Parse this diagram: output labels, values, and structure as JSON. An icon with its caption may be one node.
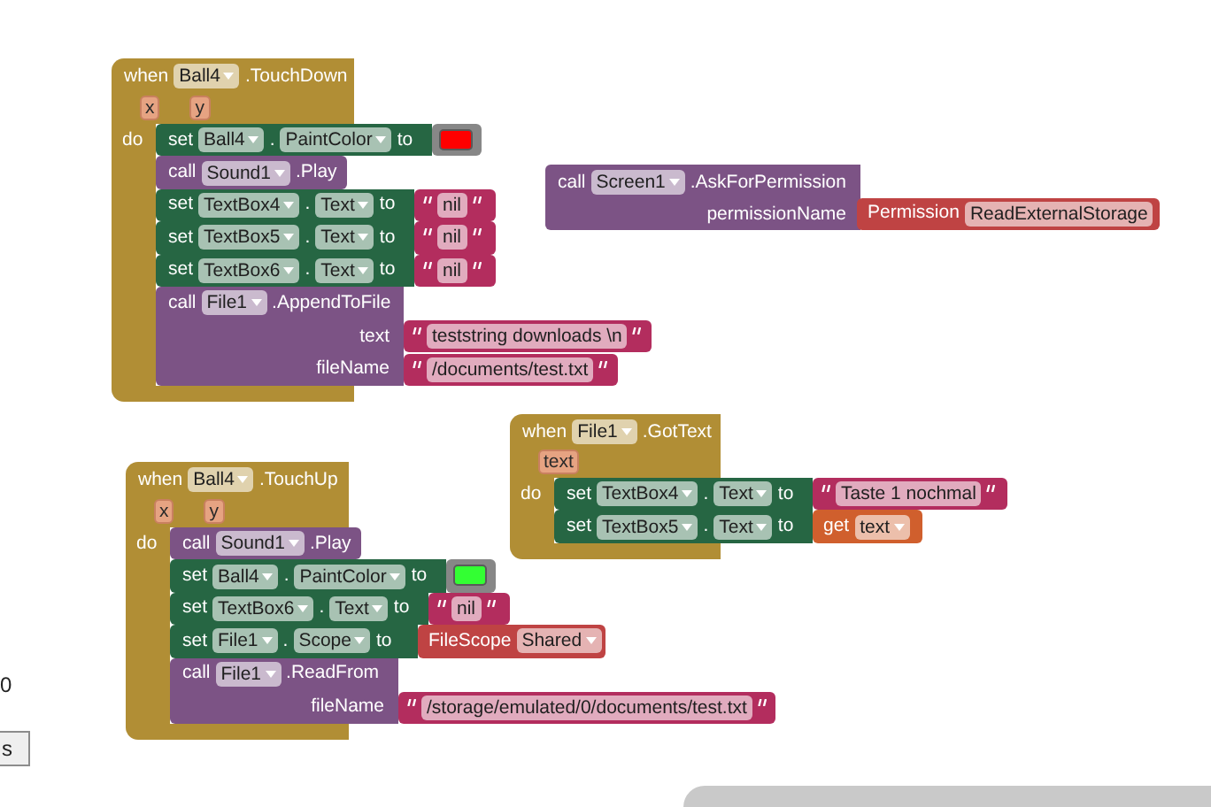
{
  "diagram": {
    "nodes": [
      {
        "text": [
          "when",
          "Ball4",
          ".TouchDown",
          "x",
          "y",
          "do"
        ]
      },
      {
        "text": [
          "set",
          "Ball4",
          ".",
          "PaintColor",
          "to"
        ],
        "in": 0
      },
      {
        "text": [],
        "shape": "box",
        "in": 1
      },
      {
        "text": [
          "call",
          "Sound1",
          ".Play"
        ],
        "in": 0
      },
      {
        "text": [
          "set",
          "TextBox4",
          ".",
          "Text",
          "to"
        ],
        "in": 0
      },
      {
        "text": [
          "nil"
        ],
        "in": 4
      },
      {
        "text": [
          "set",
          "TextBox5",
          ".",
          "Text",
          "to"
        ],
        "in": 0
      },
      {
        "text": [
          "nil"
        ],
        "in": 6
      },
      {
        "text": [
          "set",
          "TextBox6",
          ".",
          "Text",
          "to"
        ],
        "in": 0
      },
      {
        "text": [
          "nil"
        ],
        "in": 8
      },
      {
        "text": [
          "call",
          "File1",
          ".AppendToFile",
          "text",
          "fileName"
        ],
        "in": 0
      },
      {
        "text": [
          "teststring downloads \\n"
        ],
        "in": 10
      },
      {
        "text": [
          "/documents/test.txt"
        ],
        "in": 10
      },
      {
        "text": [
          "call",
          "Screen1",
          ".AskForPermission",
          "permissionName"
        ]
      },
      {
        "text": [
          "Permission",
          "ReadExternalStorage"
        ],
        "in": 13
      },
      {
        "text": [
          "when",
          "File1",
          ".GotText",
          "text",
          "do"
        ]
      },
      {
        "text": [
          "set",
          "TextBox4",
          ".",
          "Text",
          "to"
        ],
        "in": 15
      },
      {
        "text": [
          "Taste 1 nochmal"
        ],
        "in": 16
      },
      {
        "text": [
          "set",
          "TextBox5",
          ".",
          "Text",
          "to"
        ],
        "in": 15
      },
      {
        "text": [
          "get",
          "text"
        ],
        "in": 18
      },
      {
        "text": [
          "when",
          "Ball4",
          ".TouchUp",
          "x",
          "y",
          "do"
        ]
      },
      {
        "text": [
          "call",
          "Sound1",
          ".Play"
        ],
        "in": 20
      },
      {
        "text": [
          "set",
          "Ball4",
          ".",
          "PaintColor",
          "to"
        ],
        "in": 20
      },
      {
        "text": [],
        "shape": "box",
        "in": 22
      },
      {
        "text": [
          "set",
          "TextBox6",
          ".",
          "Text",
          "to"
        ],
        "in": 20
      },
      {
        "text": [
          "nil"
        ],
        "in": 24
      },
      {
        "text": [
          "set",
          "File1",
          ".",
          "Scope",
          "to"
        ],
        "in": 20
      },
      {
        "text": [
          "FileScope",
          "Shared"
        ],
        "in": 26
      },
      {
        "text": [
          "call",
          "File1",
          ".ReadFrom",
          "fileName"
        ],
        "in": 20
      },
      {
        "text": [
          "/storage/emulated/0/documents/test.txt"
        ],
        "in": 28
      }
    ],
    "labels": [
      "0",
      "s"
    ]
  }
}
